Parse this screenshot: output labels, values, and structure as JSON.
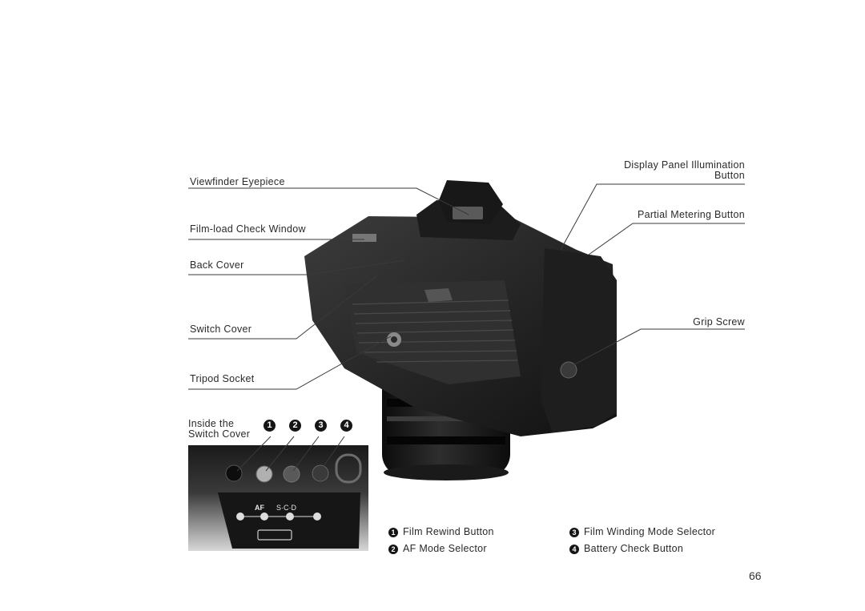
{
  "labels": {
    "viewfinder_eyepiece": "Viewfinder Eyepiece",
    "film_load_check_window": "Film-load Check Window",
    "back_cover": "Back Cover",
    "switch_cover": "Switch Cover",
    "tripod_socket": "Tripod Socket",
    "display_panel_line1": "Display Panel Illumination",
    "display_panel_line2": "Button",
    "partial_metering_button": "Partial Metering Button",
    "grip_screw": "Grip Screw",
    "inside_line1": "Inside the",
    "inside_line2": "Switch Cover"
  },
  "callout_numbers": [
    "1",
    "2",
    "3",
    "4"
  ],
  "legend": [
    {
      "num": "1",
      "text": "Film Rewind Button"
    },
    {
      "num": "2",
      "text": "AF Mode Selector"
    },
    {
      "num": "3",
      "text": "Film Winding Mode Selector"
    },
    {
      "num": "4",
      "text": "Battery Check Button"
    }
  ],
  "panel_marks": {
    "af": "AF",
    "mode": "S·C·D"
  },
  "page_number": "66"
}
